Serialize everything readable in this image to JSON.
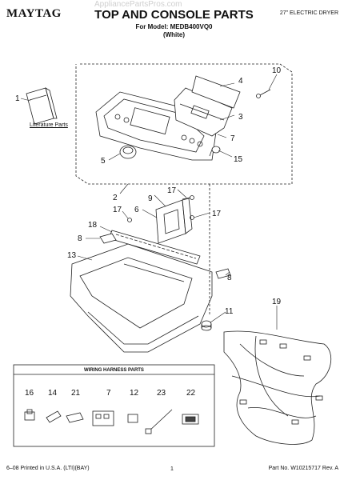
{
  "header": {
    "brand": "MAYTAG",
    "title": "TOP AND CONSOLE PARTS",
    "product": "27\" ELECTRIC DRYER",
    "model_line": "For Model: MEDB400VQ0",
    "color_line": "(White)",
    "watermark": "AppliancePartsPros.com"
  },
  "literature_label": "Literature Parts",
  "wiring_box_title": "WIRING HARNESS PARTS",
  "callouts": {
    "c1": "1",
    "c2": "2",
    "c3": "3",
    "c4": "4",
    "c5": "5",
    "c6": "6",
    "c7": "7",
    "c8a": "8",
    "c8b": "8",
    "c9": "9",
    "c10": "10",
    "c11": "11",
    "c12": "12",
    "c13": "13",
    "c14": "14",
    "c15": "15",
    "c16": "16",
    "c17a": "17",
    "c17b": "17",
    "c17c": "17",
    "c18": "18",
    "c19": "19",
    "c21": "21",
    "c22": "22",
    "c23": "23"
  },
  "footer": {
    "printed": "6–08 Printed in U.S.A. (LTI)(BAY)",
    "page": "1",
    "part_no": "Part No. W10215717 Rev. A"
  }
}
